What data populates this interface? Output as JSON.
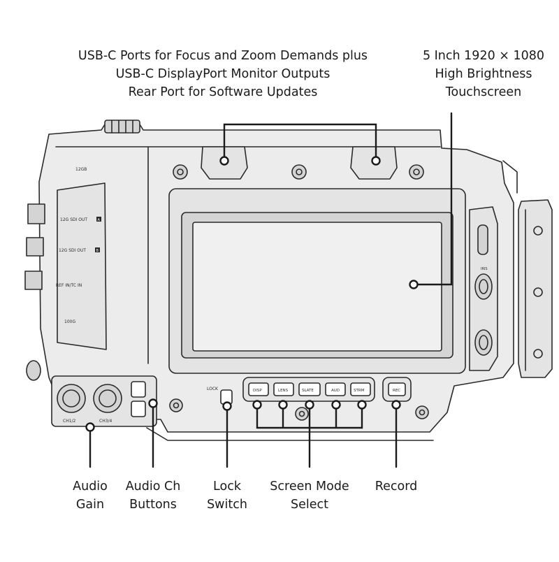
{
  "callouts": {
    "usb_ports": {
      "line1": "USB-C Ports for Focus and Zoom Demands plus",
      "line2": "USB-C DisplayPort Monitor Outputs",
      "line3": "Rear Port for Software Updates"
    },
    "screen": {
      "line1": "5 Inch 1920 × 1080",
      "line2": "High Brightness",
      "line3": "Touchscreen"
    },
    "audio_gain": {
      "line1": "Audio",
      "line2": "Gain"
    },
    "audio_ch": {
      "line1": "Audio Ch",
      "line2": "Buttons"
    },
    "lock_switch": {
      "line1": "Lock",
      "line2": "Switch"
    },
    "screen_mode": {
      "line1": "Screen Mode",
      "line2": "Select"
    },
    "record": {
      "line1": "Record"
    }
  },
  "device_labels": {
    "port_12g": "12GB",
    "sdi_out_a": "12G SDI OUT",
    "sdi_out_a_badge": "A",
    "sdi_out_b": "12G SDI OUT",
    "sdi_out_b_badge": "B",
    "ref_in": "REF IN/TC IN",
    "port_1000": "100G",
    "ch12": "CH1/2",
    "ch34": "CH3/4",
    "lock": "LOCK",
    "btn_disp": "DISP",
    "btn_lens": "LENS",
    "btn_slate": "SLATE",
    "btn_aud": "AUD",
    "btn_strm": "STRM",
    "btn_rec": "REC",
    "side_label": "IRIS"
  }
}
